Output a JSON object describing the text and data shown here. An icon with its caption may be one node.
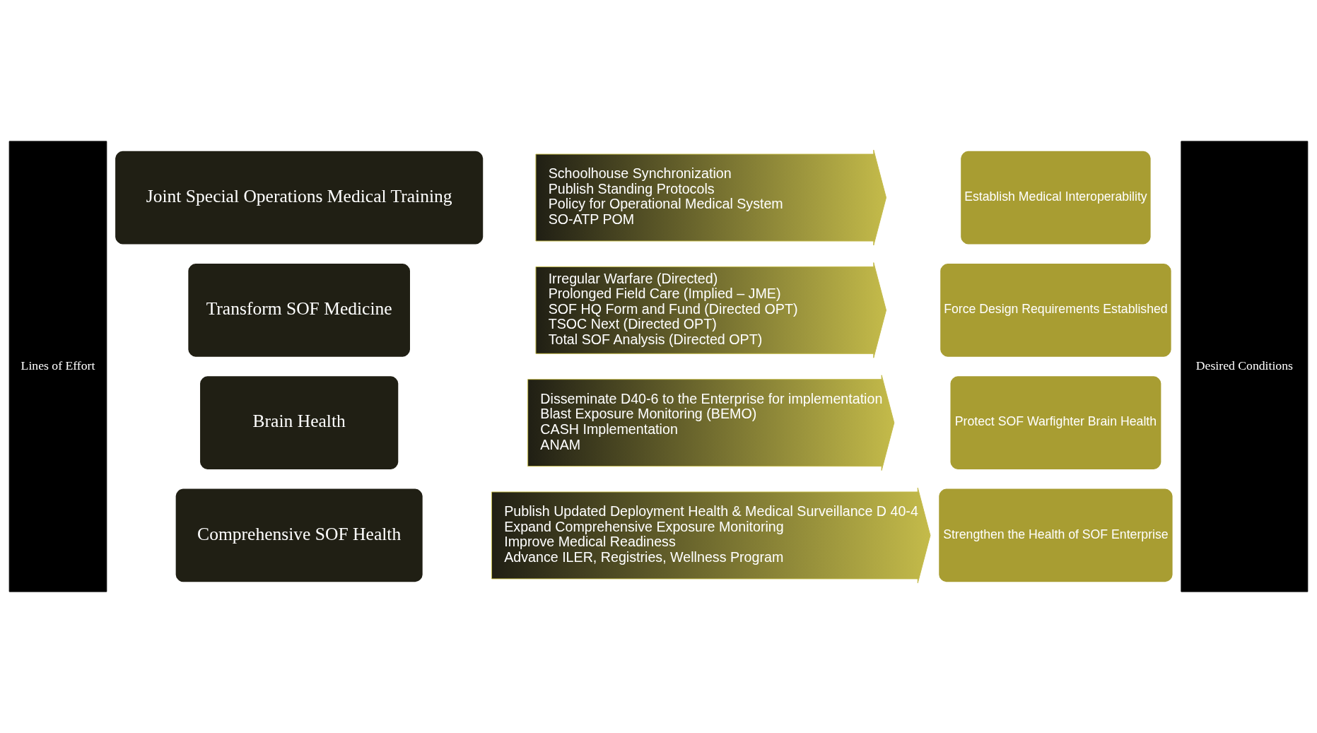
{
  "diagram": {
    "nodes": [
      {
        "text": [
          "Lines of Effort"
        ]
      },
      {
        "text": [
          "Joint Special Operations Medical Training"
        ]
      },
      {
        "text": [
          "Schoolhouse Synchronization",
          "Publish Standing Protocols",
          "Policy for Operational Medical System",
          "SO-ATP POM"
        ]
      },
      {
        "text": [
          "Establish Medical Interoperability"
        ]
      },
      {
        "text": [
          "Transform SOF Medicine"
        ]
      },
      {
        "text": [
          "Irregular Warfare (Directed)",
          "Prolonged Field Care (Implied – JME)",
          "SOF HQ Form and Fund (Directed OPT)",
          "TSOC Next (Directed OPT)",
          "Total SOF Analysis (Directed OPT)"
        ]
      },
      {
        "text": [
          "Force Design Requirements Established"
        ]
      },
      {
        "text": [
          "Brain Health"
        ]
      },
      {
        "text": [
          "Disseminate D40-6 to the Enterprise for implementation",
          "Blast Exposure Monitoring (BEMO)",
          "CASH Implementation",
          "ANAM"
        ]
      },
      {
        "text": [
          "Protect SOF Warfighter Brain Health"
        ]
      },
      {
        "text": [
          "Comprehensive SOF Health"
        ]
      },
      {
        "text": [
          "Publish Updated Deployment Health & Medical Surveillance D 40-4",
          "Expand Comprehensive Exposure Monitoring",
          "Improve Medical Readiness",
          "Advance ILER, Registries, Wellness Program"
        ]
      },
      {
        "text": [
          "Strengthen the Health of SOF Enterprise"
        ]
      },
      {
        "text": [
          "Desired Conditions"
        ]
      }
    ]
  }
}
